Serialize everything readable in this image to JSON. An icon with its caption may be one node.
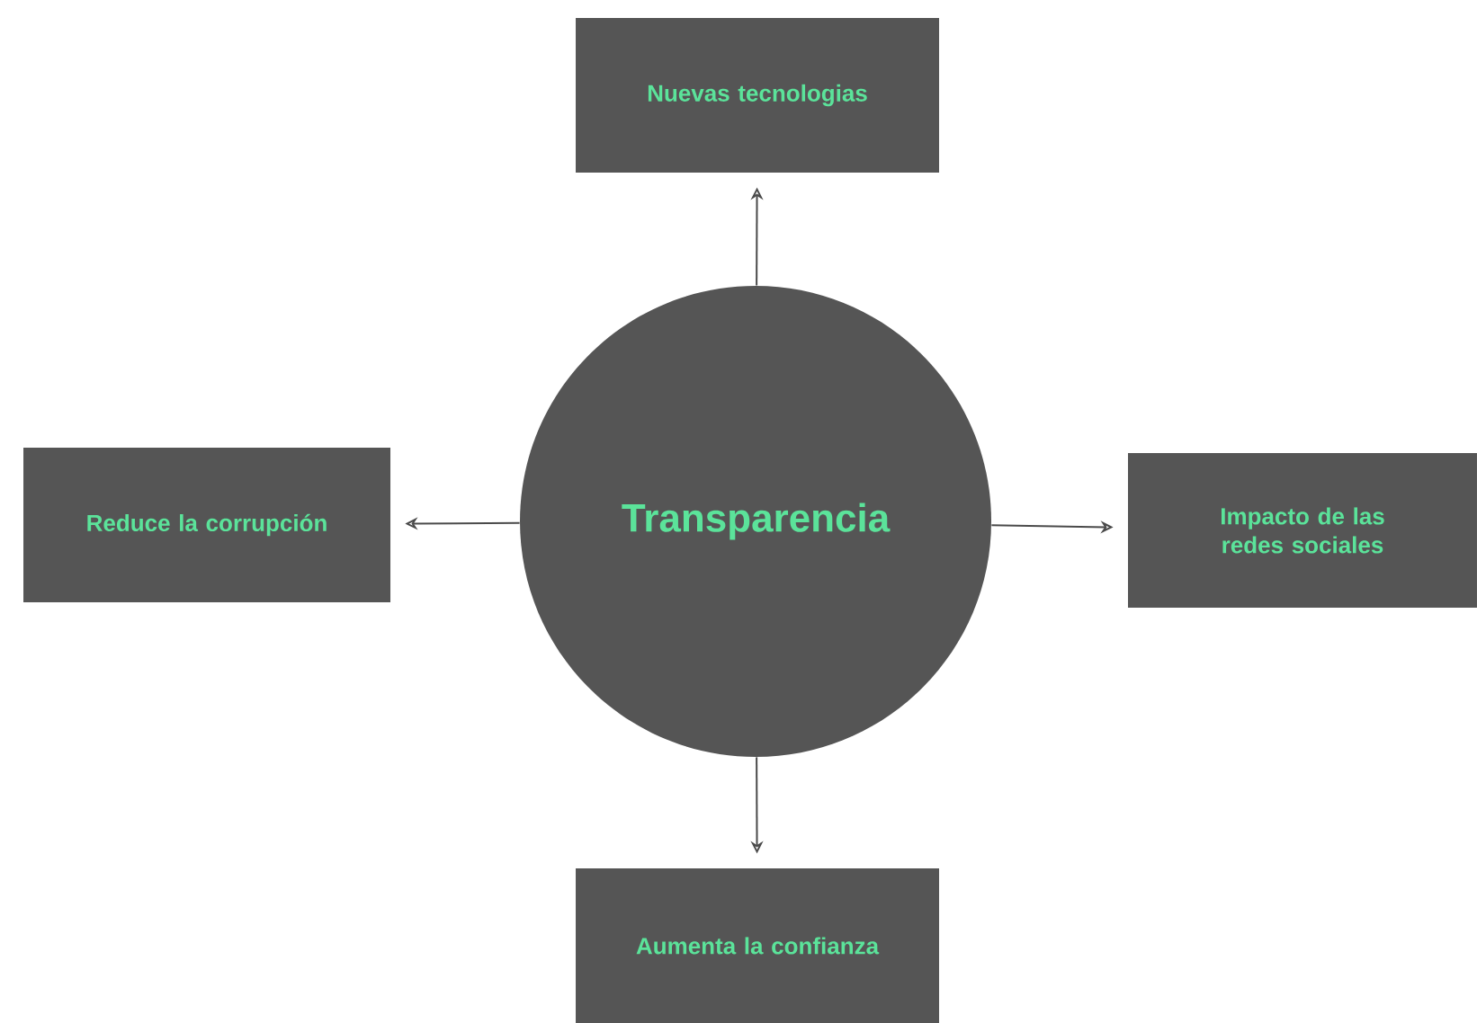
{
  "diagram": {
    "nodes": [
      {
        "text": [
          "Nuevas tecnologias"
        ]
      },
      {
        "text": [
          "Reduce la corrupción"
        ]
      },
      {
        "text": [
          "Transparencia"
        ]
      },
      {
        "text": [
          "Impacto de las redes sociales"
        ]
      },
      {
        "text": [
          "Aumenta la confianza"
        ]
      }
    ],
    "edges": [
      {
        "from": 2,
        "to": 0,
        "arrow": "to"
      },
      {
        "from": 2,
        "to": 1,
        "arrow": "to"
      },
      {
        "from": 2,
        "to": 3,
        "arrow": "to"
      },
      {
        "from": 2,
        "to": 4,
        "arrow": "to"
      }
    ]
  }
}
